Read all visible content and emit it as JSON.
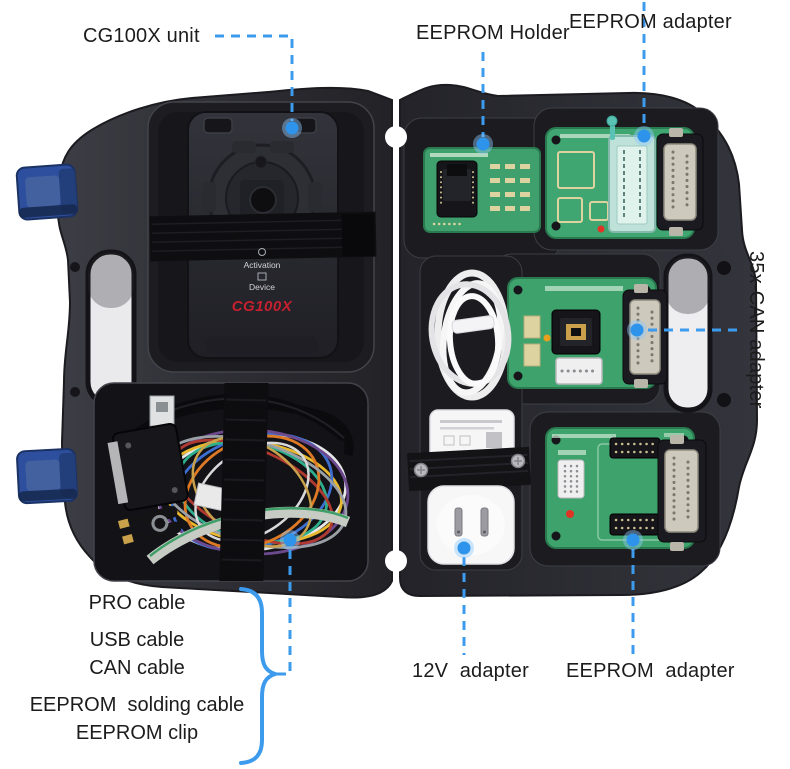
{
  "page": {
    "background": "#ffffff"
  },
  "colors": {
    "callout_accent": "#3d9bee",
    "label_text": "#1c1c1c",
    "case_dark": "#26262b",
    "pcb_green": "#3fa26b",
    "latch_blue": "#2e4f9e",
    "logo_red": "#c5202e",
    "adapter_white": "#f6f6f6"
  },
  "device": {
    "activation_label": "Activation",
    "device_label": "Device",
    "logo_text": "CG100X"
  },
  "callouts": {
    "cg100x": {
      "label": "CG100X unit"
    },
    "eeprom_holder": {
      "label": "EEPROM Holder"
    },
    "eeprom_adapter_top": {
      "label": "EEPROM adapter"
    },
    "can_adapter": {
      "label": "35x-CAN adapter"
    },
    "power_adapter": {
      "label": "12V  adapter"
    },
    "eeprom_adapter_bottom": {
      "label": "EEPROM  adapter"
    },
    "cable_list": {
      "items": [
        "PRO cable",
        "USB cable",
        "CAN cable",
        "EEPROM  solding cable",
        "EEPROM clip"
      ]
    }
  }
}
